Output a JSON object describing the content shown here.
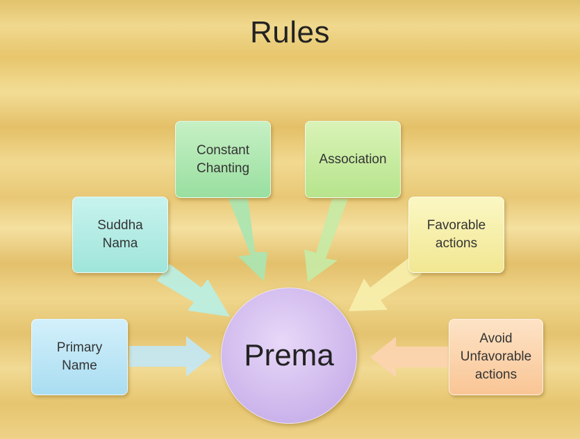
{
  "slide": {
    "title": "Rules"
  },
  "center": {
    "label": "Prema"
  },
  "nodes": [
    {
      "id": "primary-name",
      "label": "Primary\nName",
      "color": "#b9e4f5"
    },
    {
      "id": "suddha-nama",
      "label": "Suddha\nNama",
      "color": "#b0ebe2"
    },
    {
      "id": "constant-chanting",
      "label": "Constant\nChanting",
      "color": "#ade7b0"
    },
    {
      "id": "association",
      "label": "Association",
      "color": "#c6eba0"
    },
    {
      "id": "favorable-actions",
      "label": "Favorable\nactions",
      "color": "#f5eea6"
    },
    {
      "id": "avoid-unfavorable-actions",
      "label": "Avoid\nUnfavorable\nactions",
      "color": "#fbd2aa"
    }
  ],
  "colors": {
    "center_fill": "#c9b1ea",
    "background": "#e8c876"
  }
}
